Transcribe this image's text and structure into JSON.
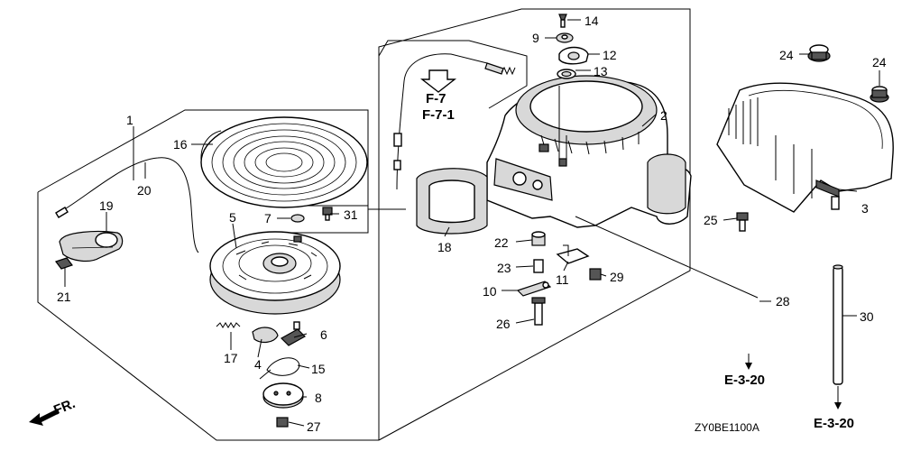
{
  "diagram": {
    "drawing_code": "ZY0BE1100A",
    "direction_label": "FR.",
    "part_labels": {
      "p1": "1",
      "p2": "2",
      "p3": "3",
      "p4": "4",
      "p5": "5",
      "p6": "6",
      "p7": "7",
      "p8": "8",
      "p9": "9",
      "p10": "10",
      "p11": "11",
      "p12": "12",
      "p13": "13",
      "p14": "14",
      "p15": "15",
      "p16": "16",
      "p17": "17",
      "p18": "18",
      "p19": "19",
      "p20": "20",
      "p21": "21",
      "p22": "22",
      "p23": "23",
      "p24a": "24",
      "p24b": "24",
      "p25": "25",
      "p26": "26",
      "p27": "27",
      "p28": "28",
      "p29": "29",
      "p30": "30",
      "p31": "31"
    },
    "references": {
      "f7": "F-7",
      "f71": "F-7-1",
      "e320a": "E-3-20",
      "e320b": "E-3-20"
    }
  }
}
